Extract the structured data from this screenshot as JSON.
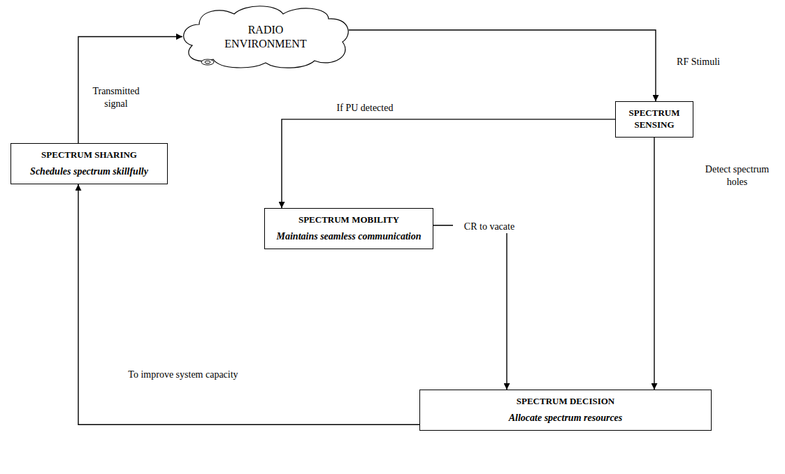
{
  "diagram": {
    "nodes": [
      {
        "text": [
          "RADIO ENVIRONMENT"
        ]
      },
      {
        "text": [
          "SPECTRUM SENSING"
        ]
      },
      {
        "text": [
          "SPECTRUM SHARING",
          "Schedules spectrum skillfully"
        ]
      },
      {
        "text": [
          "SPECTRUM MOBILITY",
          "Maintains seamless communication"
        ]
      },
      {
        "text": [
          "SPECTRUM DECISION",
          "Allocate spectrum resources"
        ]
      }
    ],
    "edges": [
      {
        "from": 2,
        "to": 0,
        "label": "Transmitted signal",
        "arrow": "to"
      },
      {
        "from": 0,
        "to": 1,
        "label": "RF Stimuli",
        "arrow": "to"
      },
      {
        "from": 1,
        "to": 3,
        "label": "If PU detected",
        "arrow": "to"
      },
      {
        "from": 3,
        "to": 4,
        "label": "CR to vacate",
        "arrow": "to"
      },
      {
        "from": 1,
        "to": 4,
        "label": "Detect spectrum holes",
        "arrow": "to"
      },
      {
        "from": 4,
        "to": 2,
        "label": "To improve system capacity",
        "arrow": "to"
      }
    ]
  }
}
